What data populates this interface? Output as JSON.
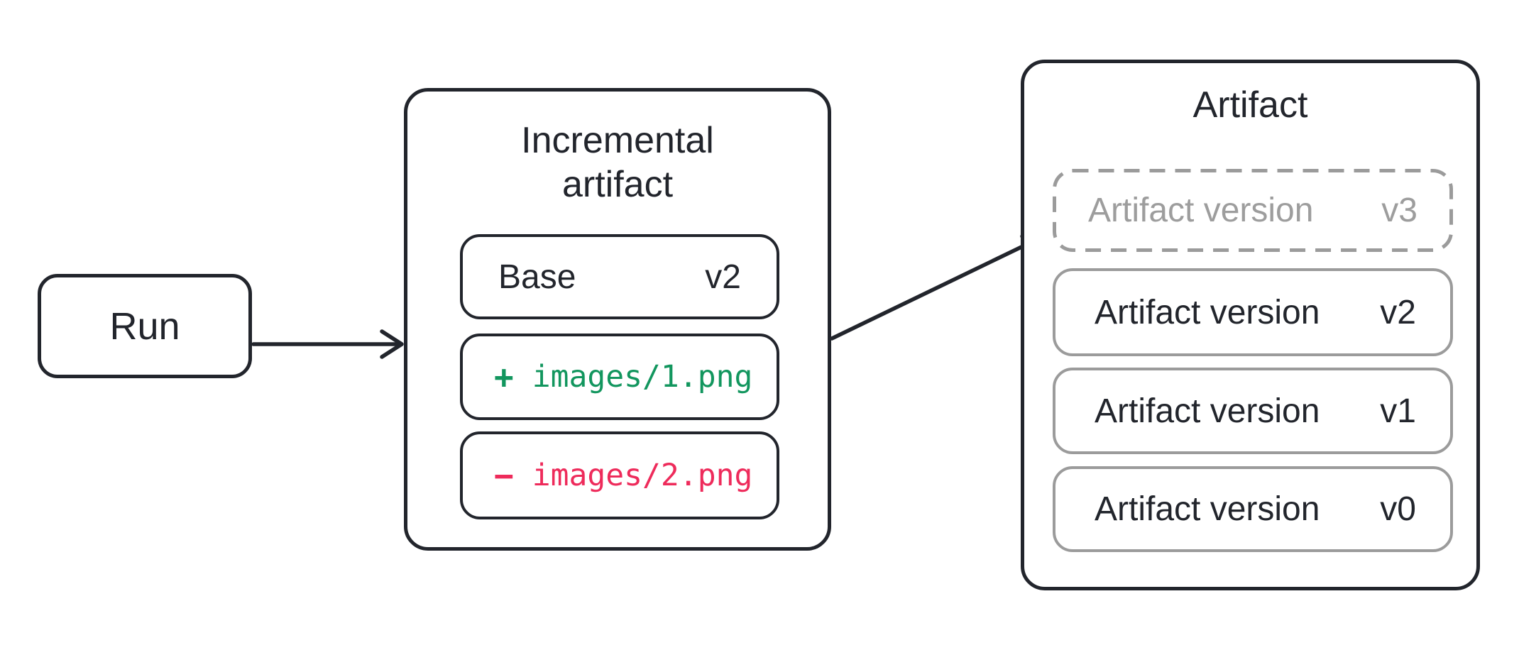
{
  "colors": {
    "stroke": "#22252c",
    "muted-border": "#9b9b9b",
    "muted-text": "#9d9d9d",
    "added": "#12965e",
    "removed": "#ee2b5b"
  },
  "run": {
    "label": "Run"
  },
  "incremental": {
    "title": "Incremental artifact",
    "base": {
      "label": "Base",
      "version": "v2"
    },
    "added": {
      "sign": "+",
      "path": "images/1.png"
    },
    "removed": {
      "sign": "−",
      "path": "images/2.png"
    }
  },
  "artifact": {
    "title": "Artifact",
    "versions": [
      {
        "label": "Artifact version",
        "version": "v3",
        "state": "pending"
      },
      {
        "label": "Artifact version",
        "version": "v2",
        "state": "committed"
      },
      {
        "label": "Artifact version",
        "version": "v1",
        "state": "committed"
      },
      {
        "label": "Artifact version",
        "version": "v0",
        "state": "committed"
      }
    ]
  }
}
